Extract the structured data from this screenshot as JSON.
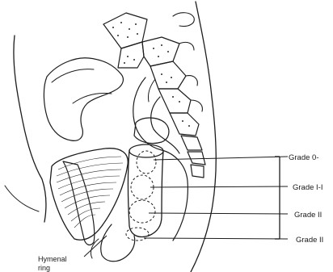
{
  "diagram": {
    "labels": {
      "grade0": "Grade 0-",
      "grade1": "Grade I-I",
      "grade2": "Grade II",
      "grade3": "Grade II"
    },
    "hymenal_ring": [
      "Hymenal",
      "ring"
    ]
  }
}
